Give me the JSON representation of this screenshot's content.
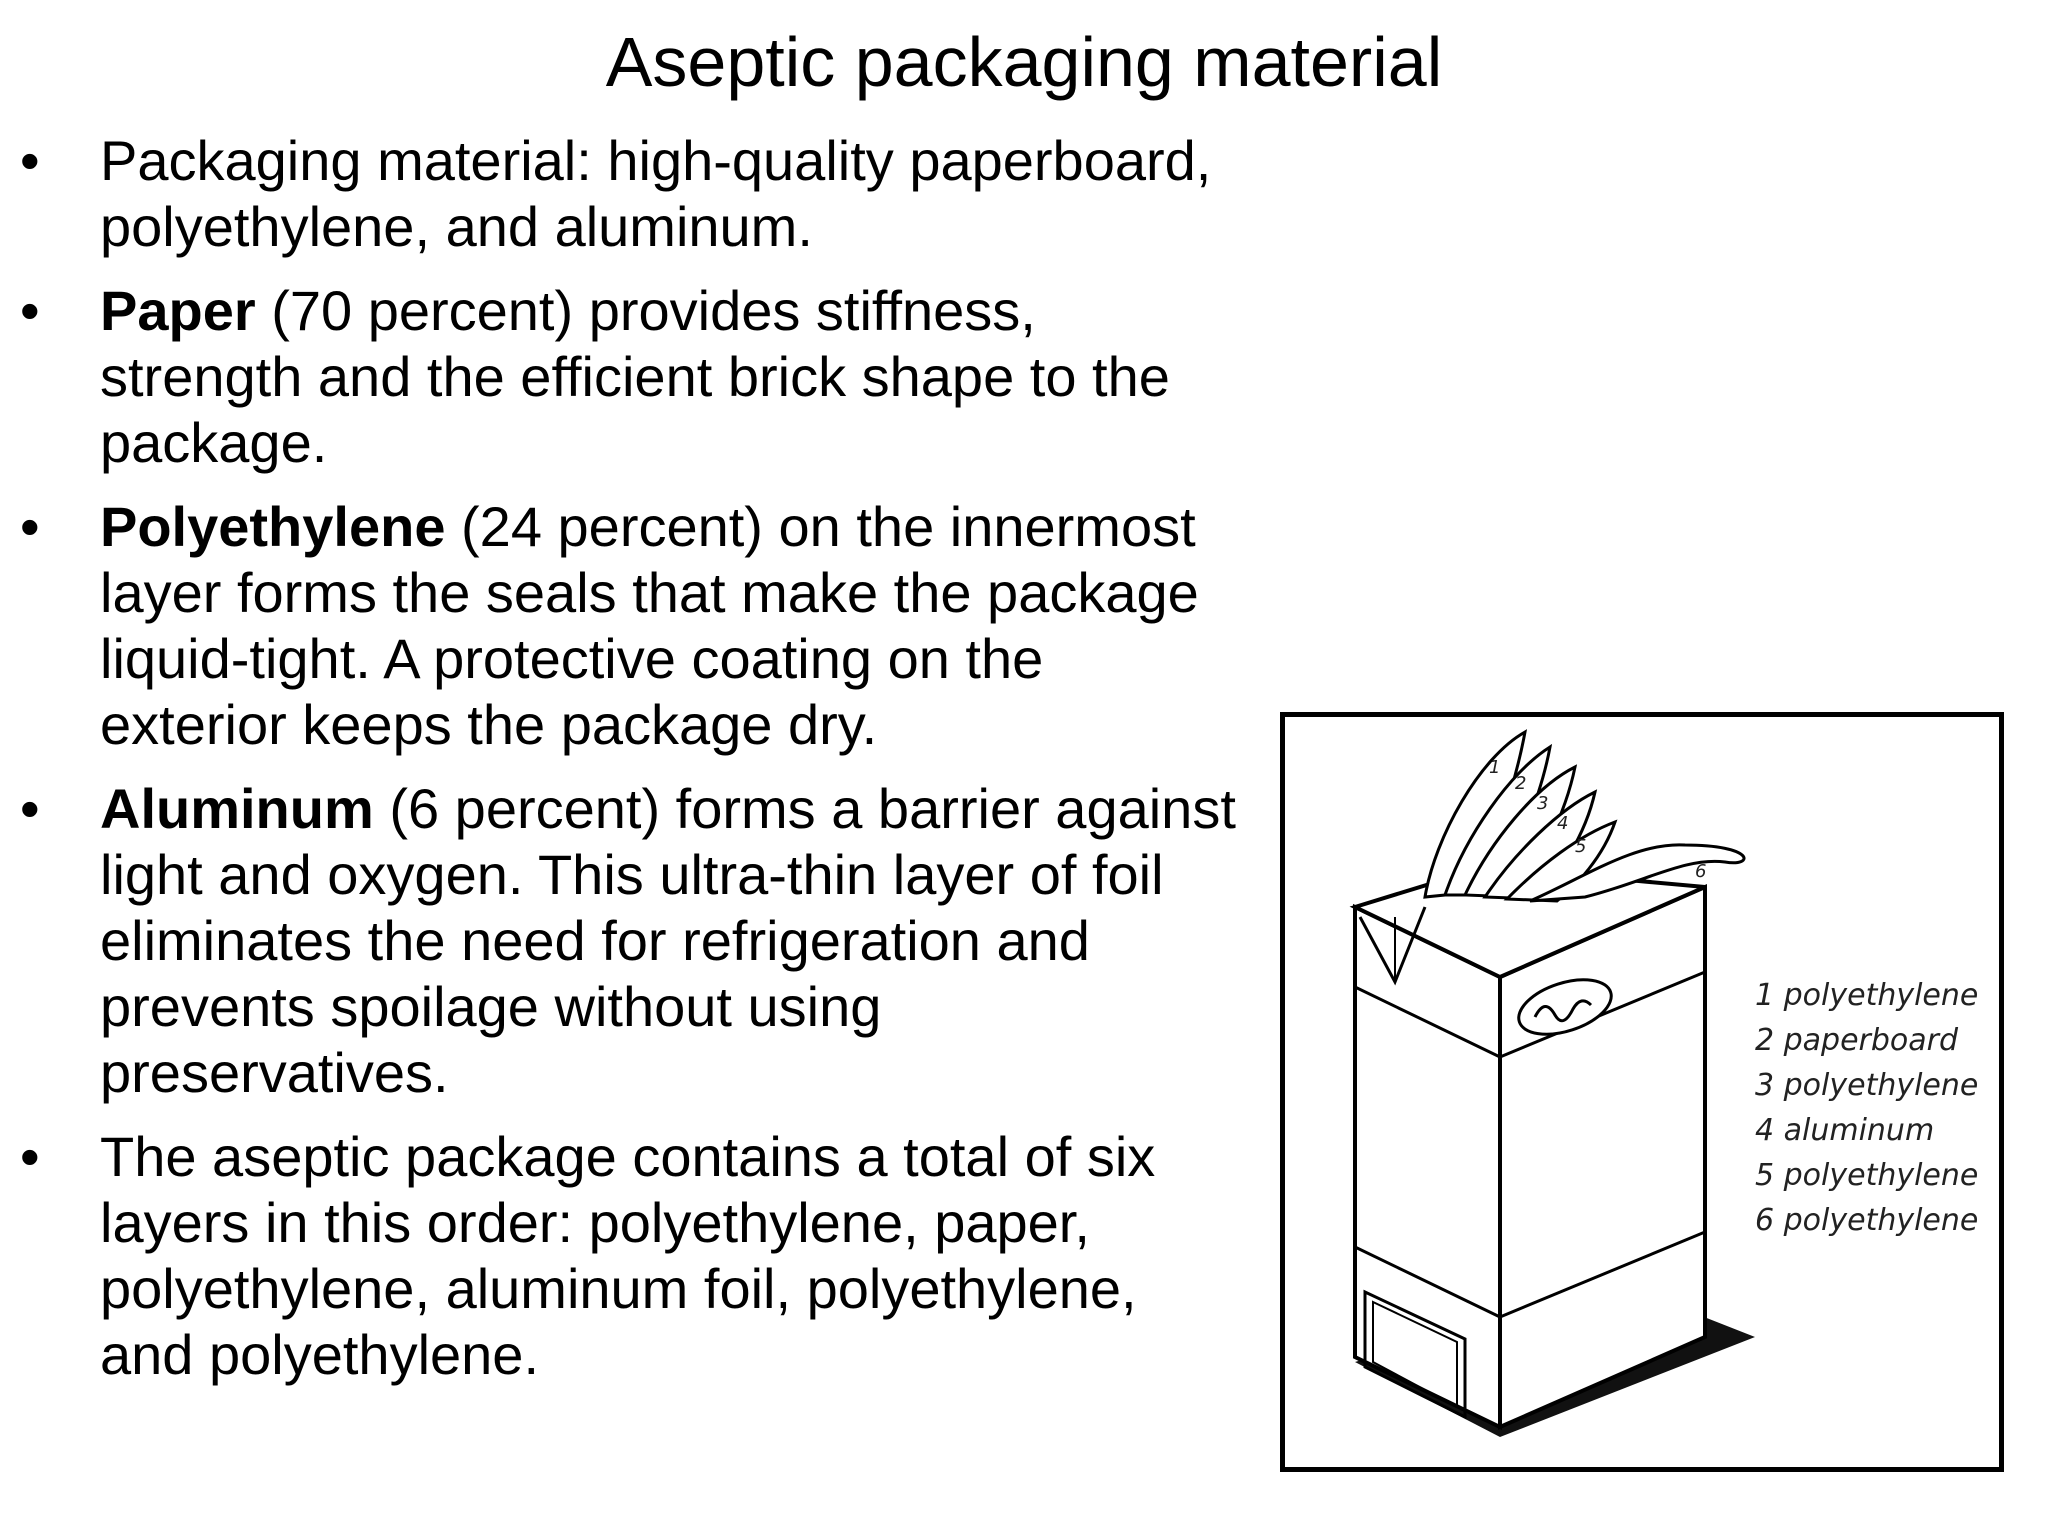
{
  "slide": {
    "title": "Aseptic packaging material"
  },
  "bullets": [
    {
      "bold": "",
      "text": "Packaging  material: high-quality paperboard, polyethylene, and aluminum."
    },
    {
      "bold": "Paper",
      "text": " (70 percent) provides stiffness, strength and the efficient brick shape to the package."
    },
    {
      "bold": "Polyethylene",
      "text": " (24 percent) on the innermost layer forms the seals that make the package liquid-tight. A protective coating on the exterior keeps the package dry."
    },
    {
      "bold": "Aluminum",
      "text": " (6 percent) forms a barrier against light and oxygen. This ultra-thin layer of foil eliminates the need for refrigeration and prevents spoilage without using preservatives."
    },
    {
      "bold": "",
      "text": "The aseptic package contains a total of six layers in this order: polyethylene, paper, polyethylene, aluminum foil, polyethylene, and polyethylene."
    }
  ],
  "bullet_symbol": "•",
  "figure": {
    "legend": [
      "1 polyethylene",
      "2 paperboard",
      "3 polyethylene",
      "4 aluminum",
      "5 polyethylene",
      "6 polyethylene"
    ],
    "layer_numbers": [
      "1",
      "2",
      "3",
      "4",
      "5",
      "6"
    ]
  }
}
